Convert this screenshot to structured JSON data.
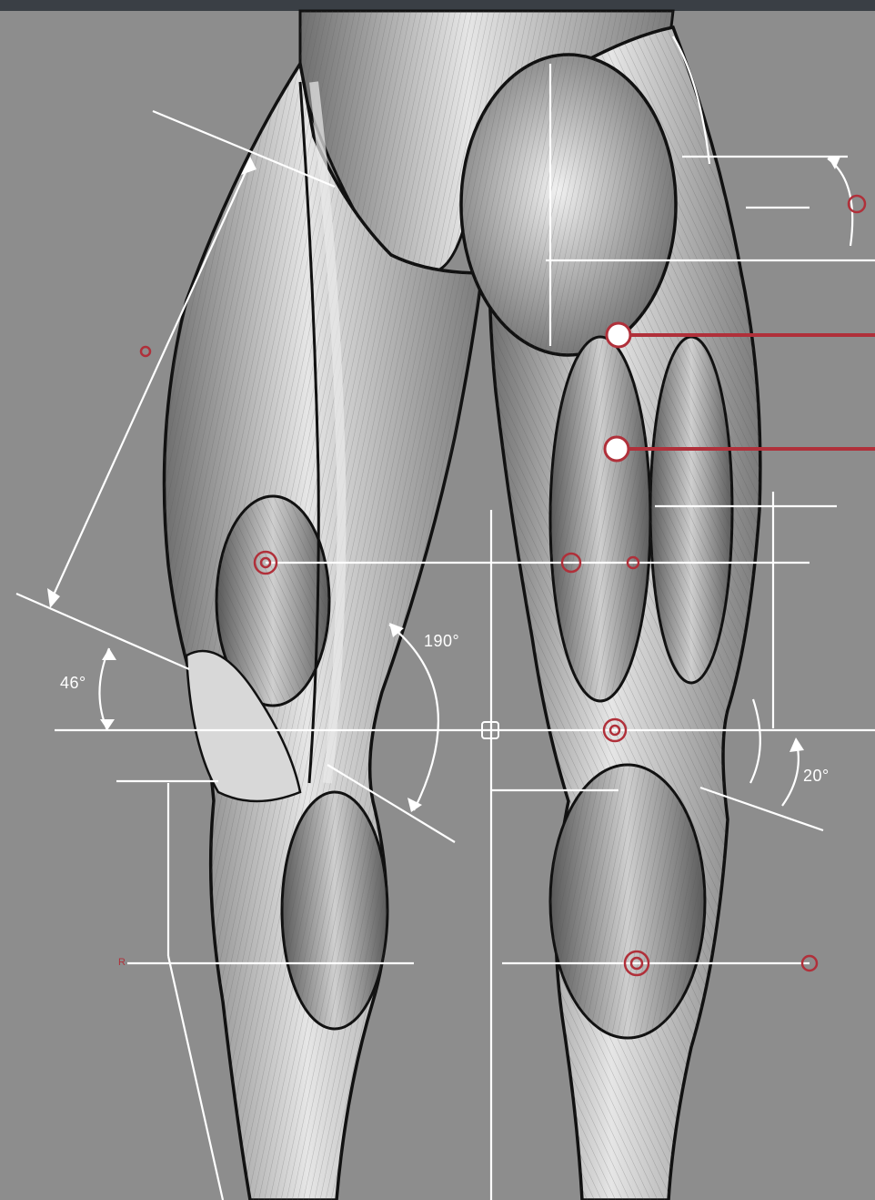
{
  "diagram": {
    "angles": [
      {
        "id": "left-knee-angle",
        "text": "46°"
      },
      {
        "id": "mid-angle",
        "text": "190°"
      },
      {
        "id": "right-knee-angle",
        "text": "20°"
      }
    ],
    "small_marks": [
      {
        "id": "mark-r",
        "text": "R"
      }
    ]
  },
  "colors": {
    "background": "#8d8d8d",
    "line": "#ffffff",
    "marker": "#b0303a",
    "outline": "#111111",
    "muscle_fill": "#d7d7d7",
    "muscle_shade": "#9a9a9a"
  }
}
